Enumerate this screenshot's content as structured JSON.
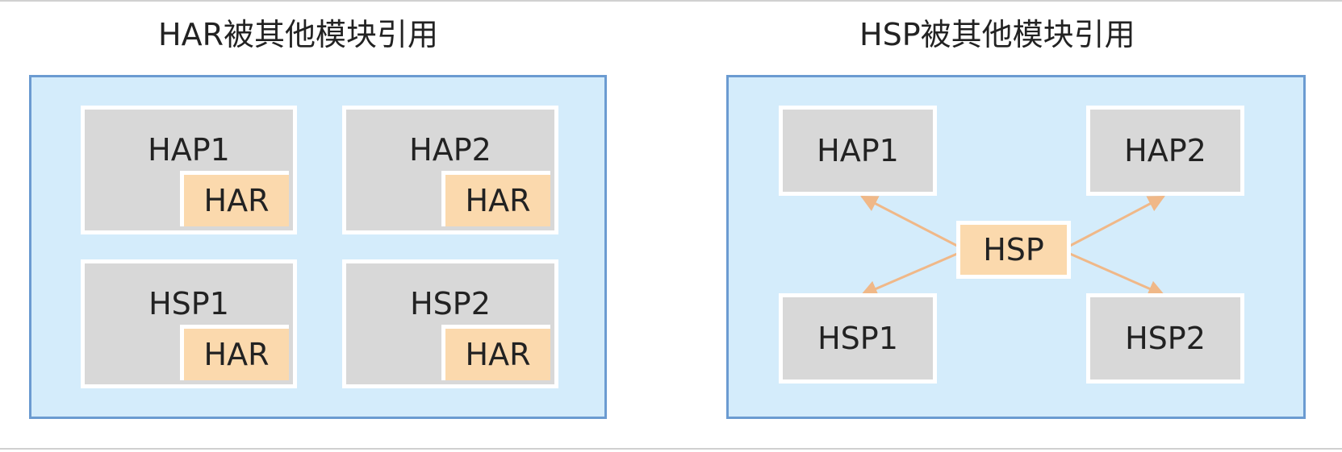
{
  "titles": {
    "har": "HAR被其他模块引用",
    "hsp": "HSP被其他模块引用"
  },
  "har_panel": {
    "boxes": [
      {
        "name": "HAP1",
        "chip": "HAR"
      },
      {
        "name": "HAP2",
        "chip": "HAR"
      },
      {
        "name": "HSP1",
        "chip": "HAR"
      },
      {
        "name": "HSP2",
        "chip": "HAR"
      }
    ]
  },
  "hsp_panel": {
    "center": "HSP",
    "boxes": [
      "HAP1",
      "HAP2",
      "HSP1",
      "HSP2"
    ]
  },
  "colors": {
    "panel_fill": "#d4ecfb",
    "panel_border": "#6b9bd1",
    "module_fill": "#d8d8d8",
    "highlight_fill": "#fbd9ad",
    "arrow": "#f0b888"
  }
}
